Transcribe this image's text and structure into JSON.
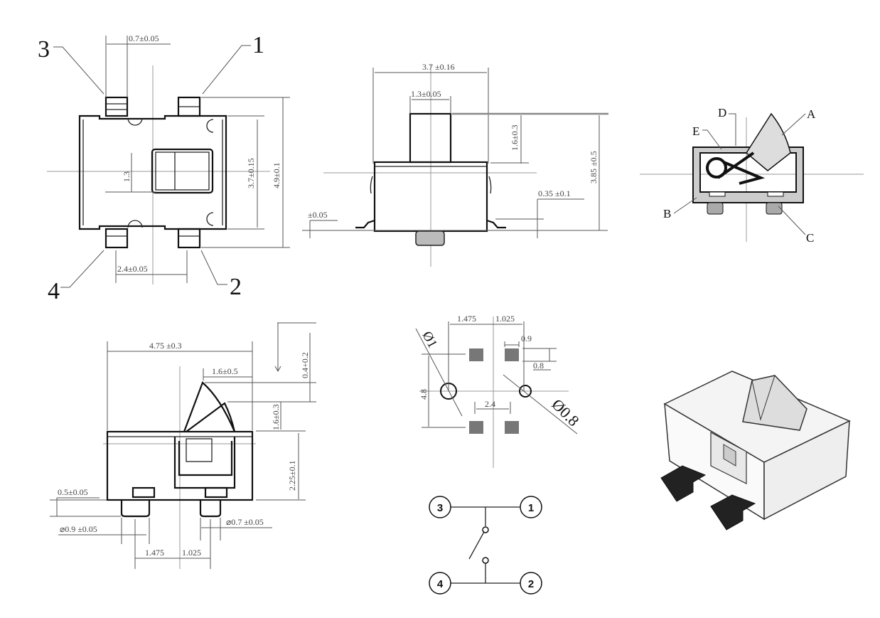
{
  "top_view": {
    "pin_labels": [
      "3",
      "1",
      "4",
      "2"
    ],
    "dims": {
      "pin_width": "0.7±0.05",
      "body_height": "3.7±0.15",
      "overall_height": "4.9±0.1",
      "pin_pitch": "2.4±0.05",
      "window": "1.3"
    }
  },
  "side_view": {
    "dims": {
      "body_width": "3.7 ±0.16",
      "actuator_width": "1.3±0.05",
      "actuator_height": "1.6±0.3",
      "overall_height": "3.85 ±0.5",
      "standoff": "0.35 ±0.1",
      "flatness": "±0.05"
    }
  },
  "section_view": {
    "labels": [
      "A",
      "B",
      "C",
      "D",
      "E"
    ]
  },
  "front_view": {
    "dims": {
      "body_length": "4.75 ±0.3",
      "lever_offset": "1.6±0.5",
      "lever_height": "1.6±0.3",
      "travel": "0.4+0.2",
      "body_height": "2.25±0.1",
      "boss_height": "0.5±0.05",
      "boss_left": "⌀0.9 ±0.05",
      "boss_right": "⌀0.7 ±0.05",
      "pitch_left": "1.475",
      "pitch_right": "1.025"
    }
  },
  "pcb_layout": {
    "dims": {
      "left": "1.475",
      "right": "1.025",
      "pad_w": "0.9",
      "pad_h": "0.8",
      "height": "4.8",
      "pitch": "2.4",
      "hole_left": "Ø1",
      "hole_right": "Ø0.8"
    }
  },
  "schematic": {
    "pins": [
      "3",
      "1",
      "4",
      "2"
    ]
  }
}
